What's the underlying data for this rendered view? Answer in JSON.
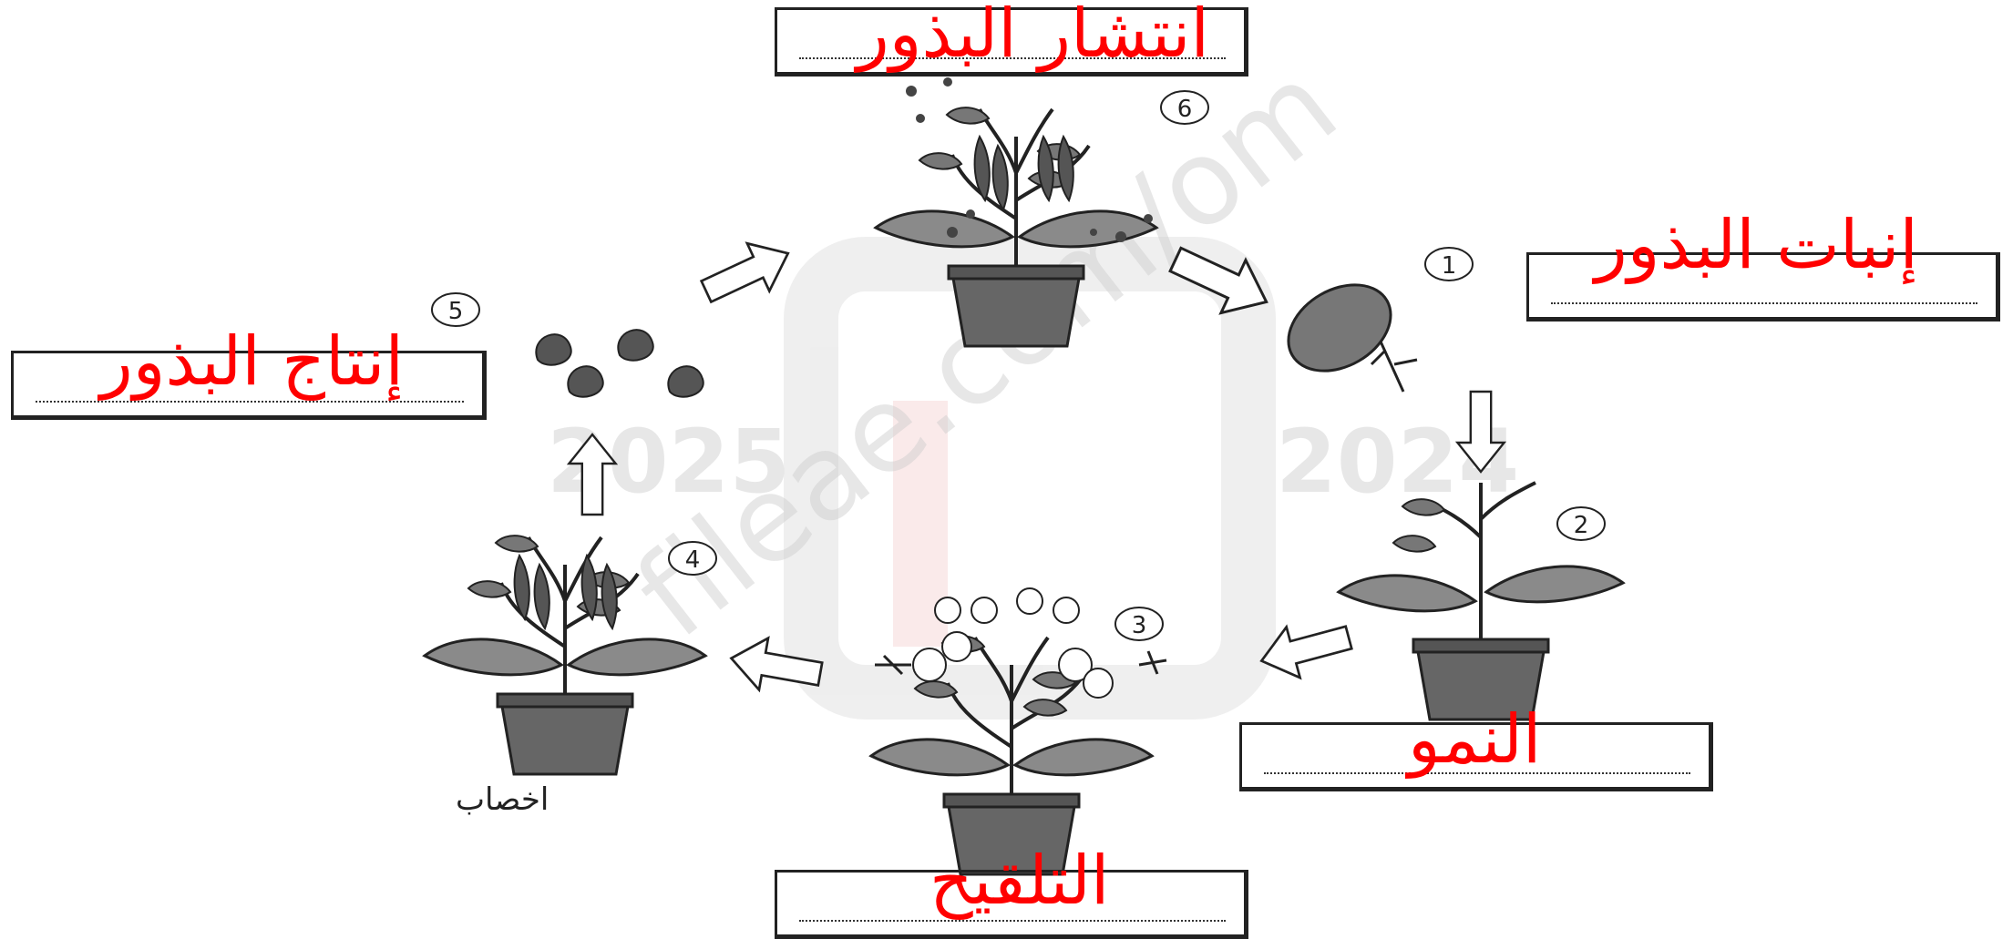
{
  "diagram": {
    "stages": [
      {
        "number": "1",
        "answer": "إنبات البذور"
      },
      {
        "number": "2",
        "answer": "النمو"
      },
      {
        "number": "3",
        "answer": "التلقيح"
      },
      {
        "number": "4",
        "caption": "اخصاب"
      },
      {
        "number": "5",
        "answer": "إنتاج البذور"
      },
      {
        "number": "6",
        "answer": "انتشار البذور"
      }
    ],
    "watermark": {
      "site": "fileae.com/om",
      "year_left": "2025",
      "year_right": "2024"
    },
    "colors": {
      "answer_text": "#ff0000",
      "plant_pot": "#666666",
      "leaf": "#8a8a8a",
      "watermark": "#c8c8c8"
    }
  }
}
